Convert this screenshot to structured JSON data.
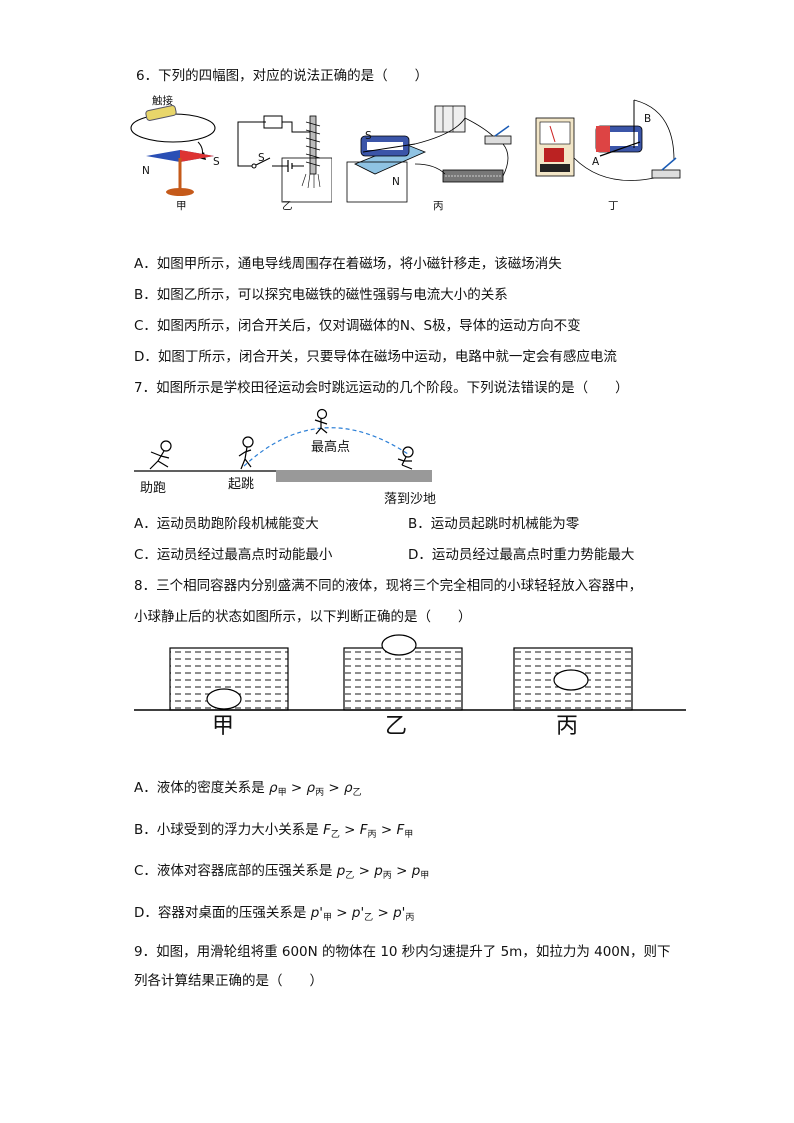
{
  "q6": {
    "stem": "6．下列的四幅图，对应的说法正确的是（　　）",
    "fig_labels": {
      "touch": "触接",
      "N": "N",
      "S": "S",
      "S_switch": "S",
      "magnet_S": "S",
      "magnet_N": "N",
      "A": "A",
      "B": "B",
      "jia": "甲",
      "yi": "乙",
      "bing": "丙",
      "ding": "丁"
    },
    "options": [
      "A．如图甲所示，通电导线周围存在着磁场，将小磁针移走，该磁场消失",
      "B．如图乙所示，可以探究电磁铁的磁性强弱与电流大小的关系",
      "C．如图丙所示，闭合开关后，仅对调磁体的N、S极，导体的运动方向不变",
      "D．如图丁所示，闭合开关，只要导体在磁场中运动，电路中就一定会有感应电流"
    ]
  },
  "q7": {
    "stem": "7．如图所示是学校田径运动会时跳远运动的几个阶段。下列说法错误的是（　　）",
    "fig_labels": {
      "run": "助跑",
      "jump": "起跳",
      "top": "最高点",
      "land": "落到沙地"
    },
    "options": [
      "A．运动员助跑阶段机械能变大",
      "B．运动员起跳时机械能为零",
      "C．运动员经过最高点时动能最小",
      "D．运动员经过最高点时重力势能最大"
    ]
  },
  "q8": {
    "stem_line1": "8．三个相同容器内分别盛满不同的液体，现将三个完全相同的小球轻轻放入容器中，",
    "stem_line2": "小球静止后的状态如图所示，以下判断正确的是（　　）",
    "fig_labels": {
      "jia": "甲",
      "yi": "乙",
      "bing": "丙"
    },
    "optA": {
      "text": "A．液体的密度关系是 ",
      "s1": "ρ",
      "s1sub": "甲",
      "s2": "ρ",
      "s2sub": "丙",
      "s3": "ρ",
      "s3sub": "乙"
    },
    "optB": {
      "text": "B．小球受到的浮力大小关系是 ",
      "s1": "F",
      "s1sub": "乙",
      "s2": "F",
      "s2sub": "丙",
      "s3": "F",
      "s3sub": "甲"
    },
    "optC": {
      "text": "C．液体对容器底部的压强关系是 ",
      "s1": "p",
      "s1sub": "乙",
      "s2": "p",
      "s2sub": "丙",
      "s3": "p",
      "s3sub": "甲"
    },
    "optD": {
      "text": "D．容器对桌面的压强关系是 ",
      "s1": "p'",
      "s1sub": "甲",
      "s2": "p'",
      "s2sub": "乙",
      "s3": "p'",
      "s3sub": "丙"
    },
    "gt": " > "
  },
  "q9": {
    "line1": "9．如图，用滑轮组将重 600N 的物体在 10 秒内匀速提升了 5m，如拉力为 400N，则下",
    "line2": "列各计算结果正确的是（　　）"
  }
}
